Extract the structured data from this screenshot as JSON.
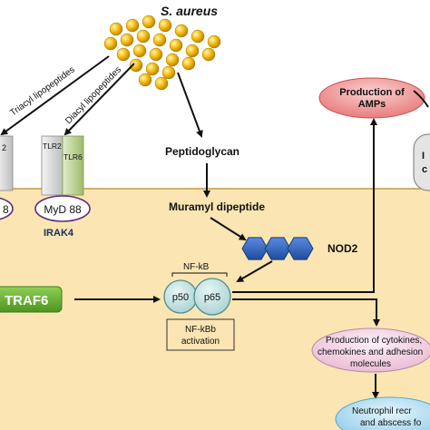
{
  "pathogen": {
    "label": "S. aureus"
  },
  "ligands": {
    "triacyl": "Triacyl lipopeptides",
    "diacyl": "Diacyl lipopeptides",
    "peptidoglycan": "Peptidoglycan",
    "muramyl": "Muramyl dipeptide"
  },
  "receptors": {
    "tlr2_left_partial": "2",
    "tlr2": "TLR2",
    "tlr6": "TLR6",
    "nod2": "NOD2"
  },
  "adaptors": {
    "myd88_left_partial": "8",
    "myd88": "MyD 88",
    "irak4": "IRAK4",
    "traf6": "TRAF6"
  },
  "nfkb": {
    "label": "NF-kB",
    "p50": "p50",
    "p65": "p65",
    "activation_line1": "NF-kBb",
    "activation_line2": "activation"
  },
  "outcomes": {
    "amps_line1": "Production of",
    "amps_line2": "AMPs",
    "right_top_partial_1": "I",
    "right_top_partial_2": "c",
    "cytokines_line1": "Production of cytokines,",
    "cytokines_line2": "chemokines and adhesion",
    "cytokines_line3": "molecules",
    "neutrophil_line1": "Neutrophil recr",
    "neutrophil_line2": "and abscess fo"
  },
  "colors": {
    "cytoplasm": "#fbe5b3",
    "membrane_line": "#c59a3d",
    "bacteria": "#f2b705",
    "tlr2": "#d9d9d9",
    "tlr6": "#b8cf8f",
    "nod2": "#2a5fb8",
    "traf6": "#6ab02f",
    "amps": "#f08a8a",
    "cytokines": "#f3cfe3",
    "neutrophil": "#a6d8f0"
  }
}
